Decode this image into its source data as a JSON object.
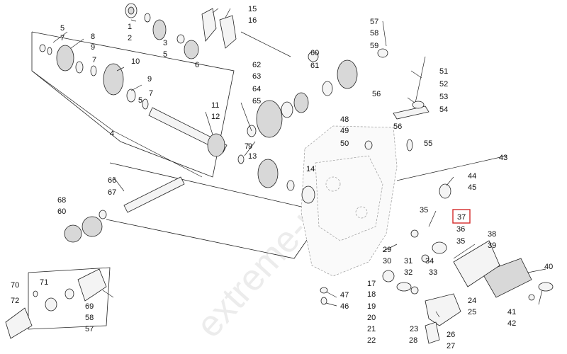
{
  "diagram": {
    "watermark": "extreme-parts.ru",
    "highlighted_callout": "37",
    "callouts": [
      "1",
      "2",
      "3",
      "4",
      "5",
      "5",
      "5",
      "6",
      "7",
      "7",
      "7",
      "7",
      "8",
      "9",
      "9",
      "9",
      "10",
      "11",
      "12",
      "13",
      "14",
      "15",
      "16",
      "17",
      "18",
      "19",
      "20",
      "21",
      "22",
      "23",
      "24",
      "25",
      "26",
      "27",
      "28",
      "29",
      "30",
      "31",
      "32",
      "33",
      "34",
      "35",
      "35",
      "36",
      "37",
      "38",
      "39",
      "40",
      "41",
      "42",
      "43",
      "44",
      "45",
      "46",
      "47",
      "48",
      "49",
      "50",
      "51",
      "52",
      "53",
      "54",
      "55",
      "56",
      "56",
      "57",
      "57",
      "58",
      "58",
      "59",
      "60",
      "60",
      "61",
      "62",
      "63",
      "64",
      "65",
      "66",
      "67",
      "68",
      "69",
      "70",
      "71",
      "72"
    ]
  }
}
